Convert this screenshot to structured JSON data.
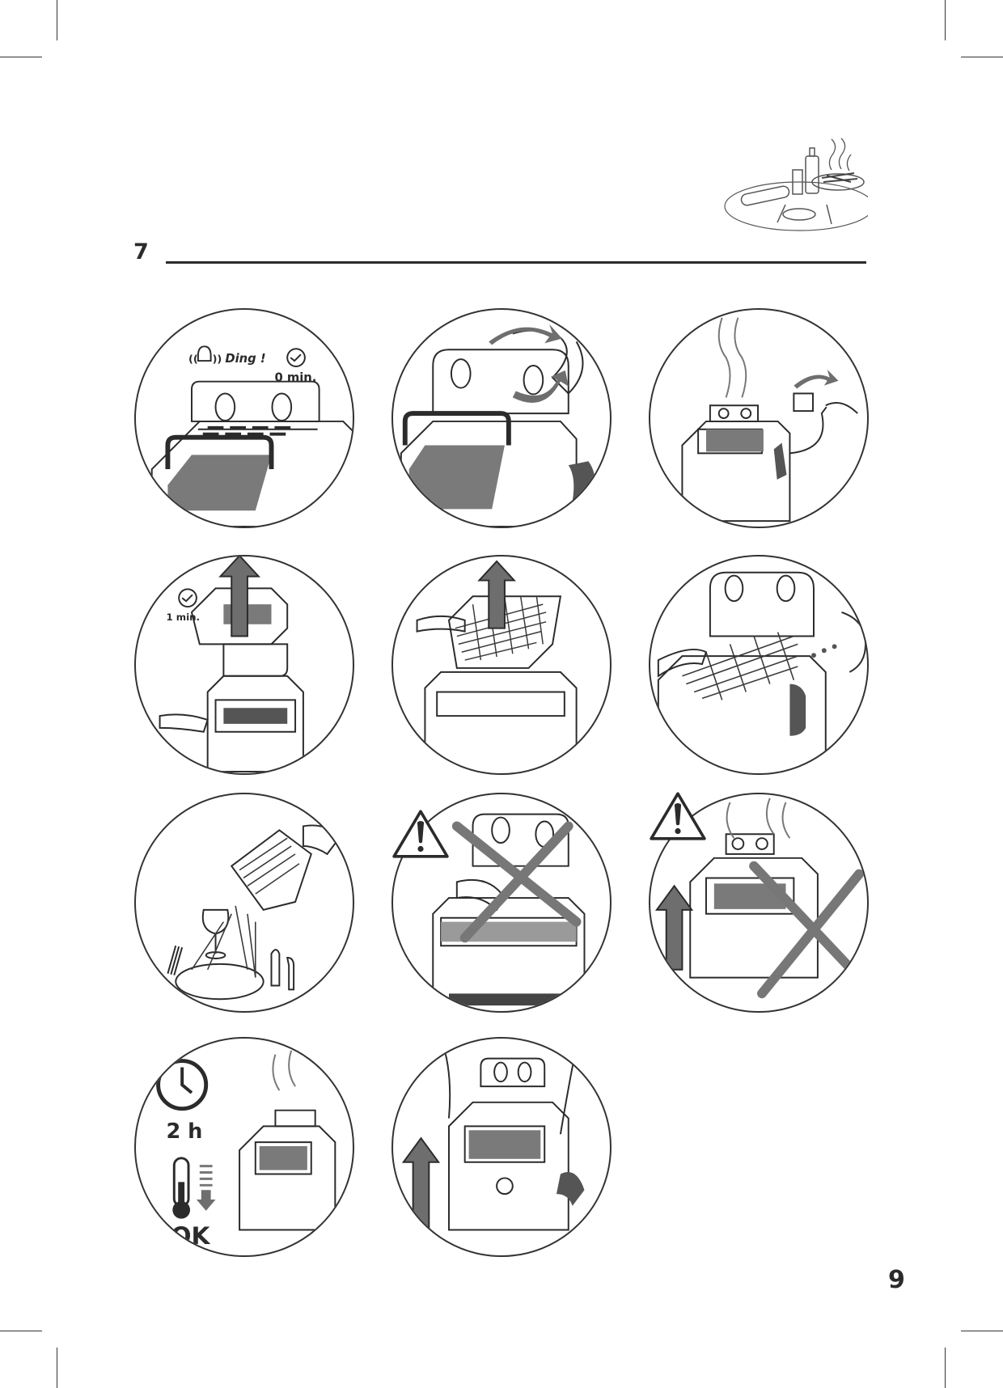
{
  "page": {
    "section_number": "7",
    "page_number": "9"
  },
  "panels": {
    "p1": {
      "ding_label": "Ding !",
      "timer_label": "0 min."
    },
    "p4": {
      "timer_label": "1 min."
    },
    "p10": {
      "time_label": "2 h",
      "ok_label": "OK"
    }
  },
  "colors": {
    "line": "#2b2b2b",
    "arrow_fill": "#6e6e6e",
    "panel_border": "#333333",
    "screen_gray": "#7a7a7a"
  },
  "icons": {
    "hero": "served-meal-illustration",
    "warning": "warning-triangle-icon",
    "timer": "clock-icon",
    "thermometer": "thermometer-icon"
  }
}
